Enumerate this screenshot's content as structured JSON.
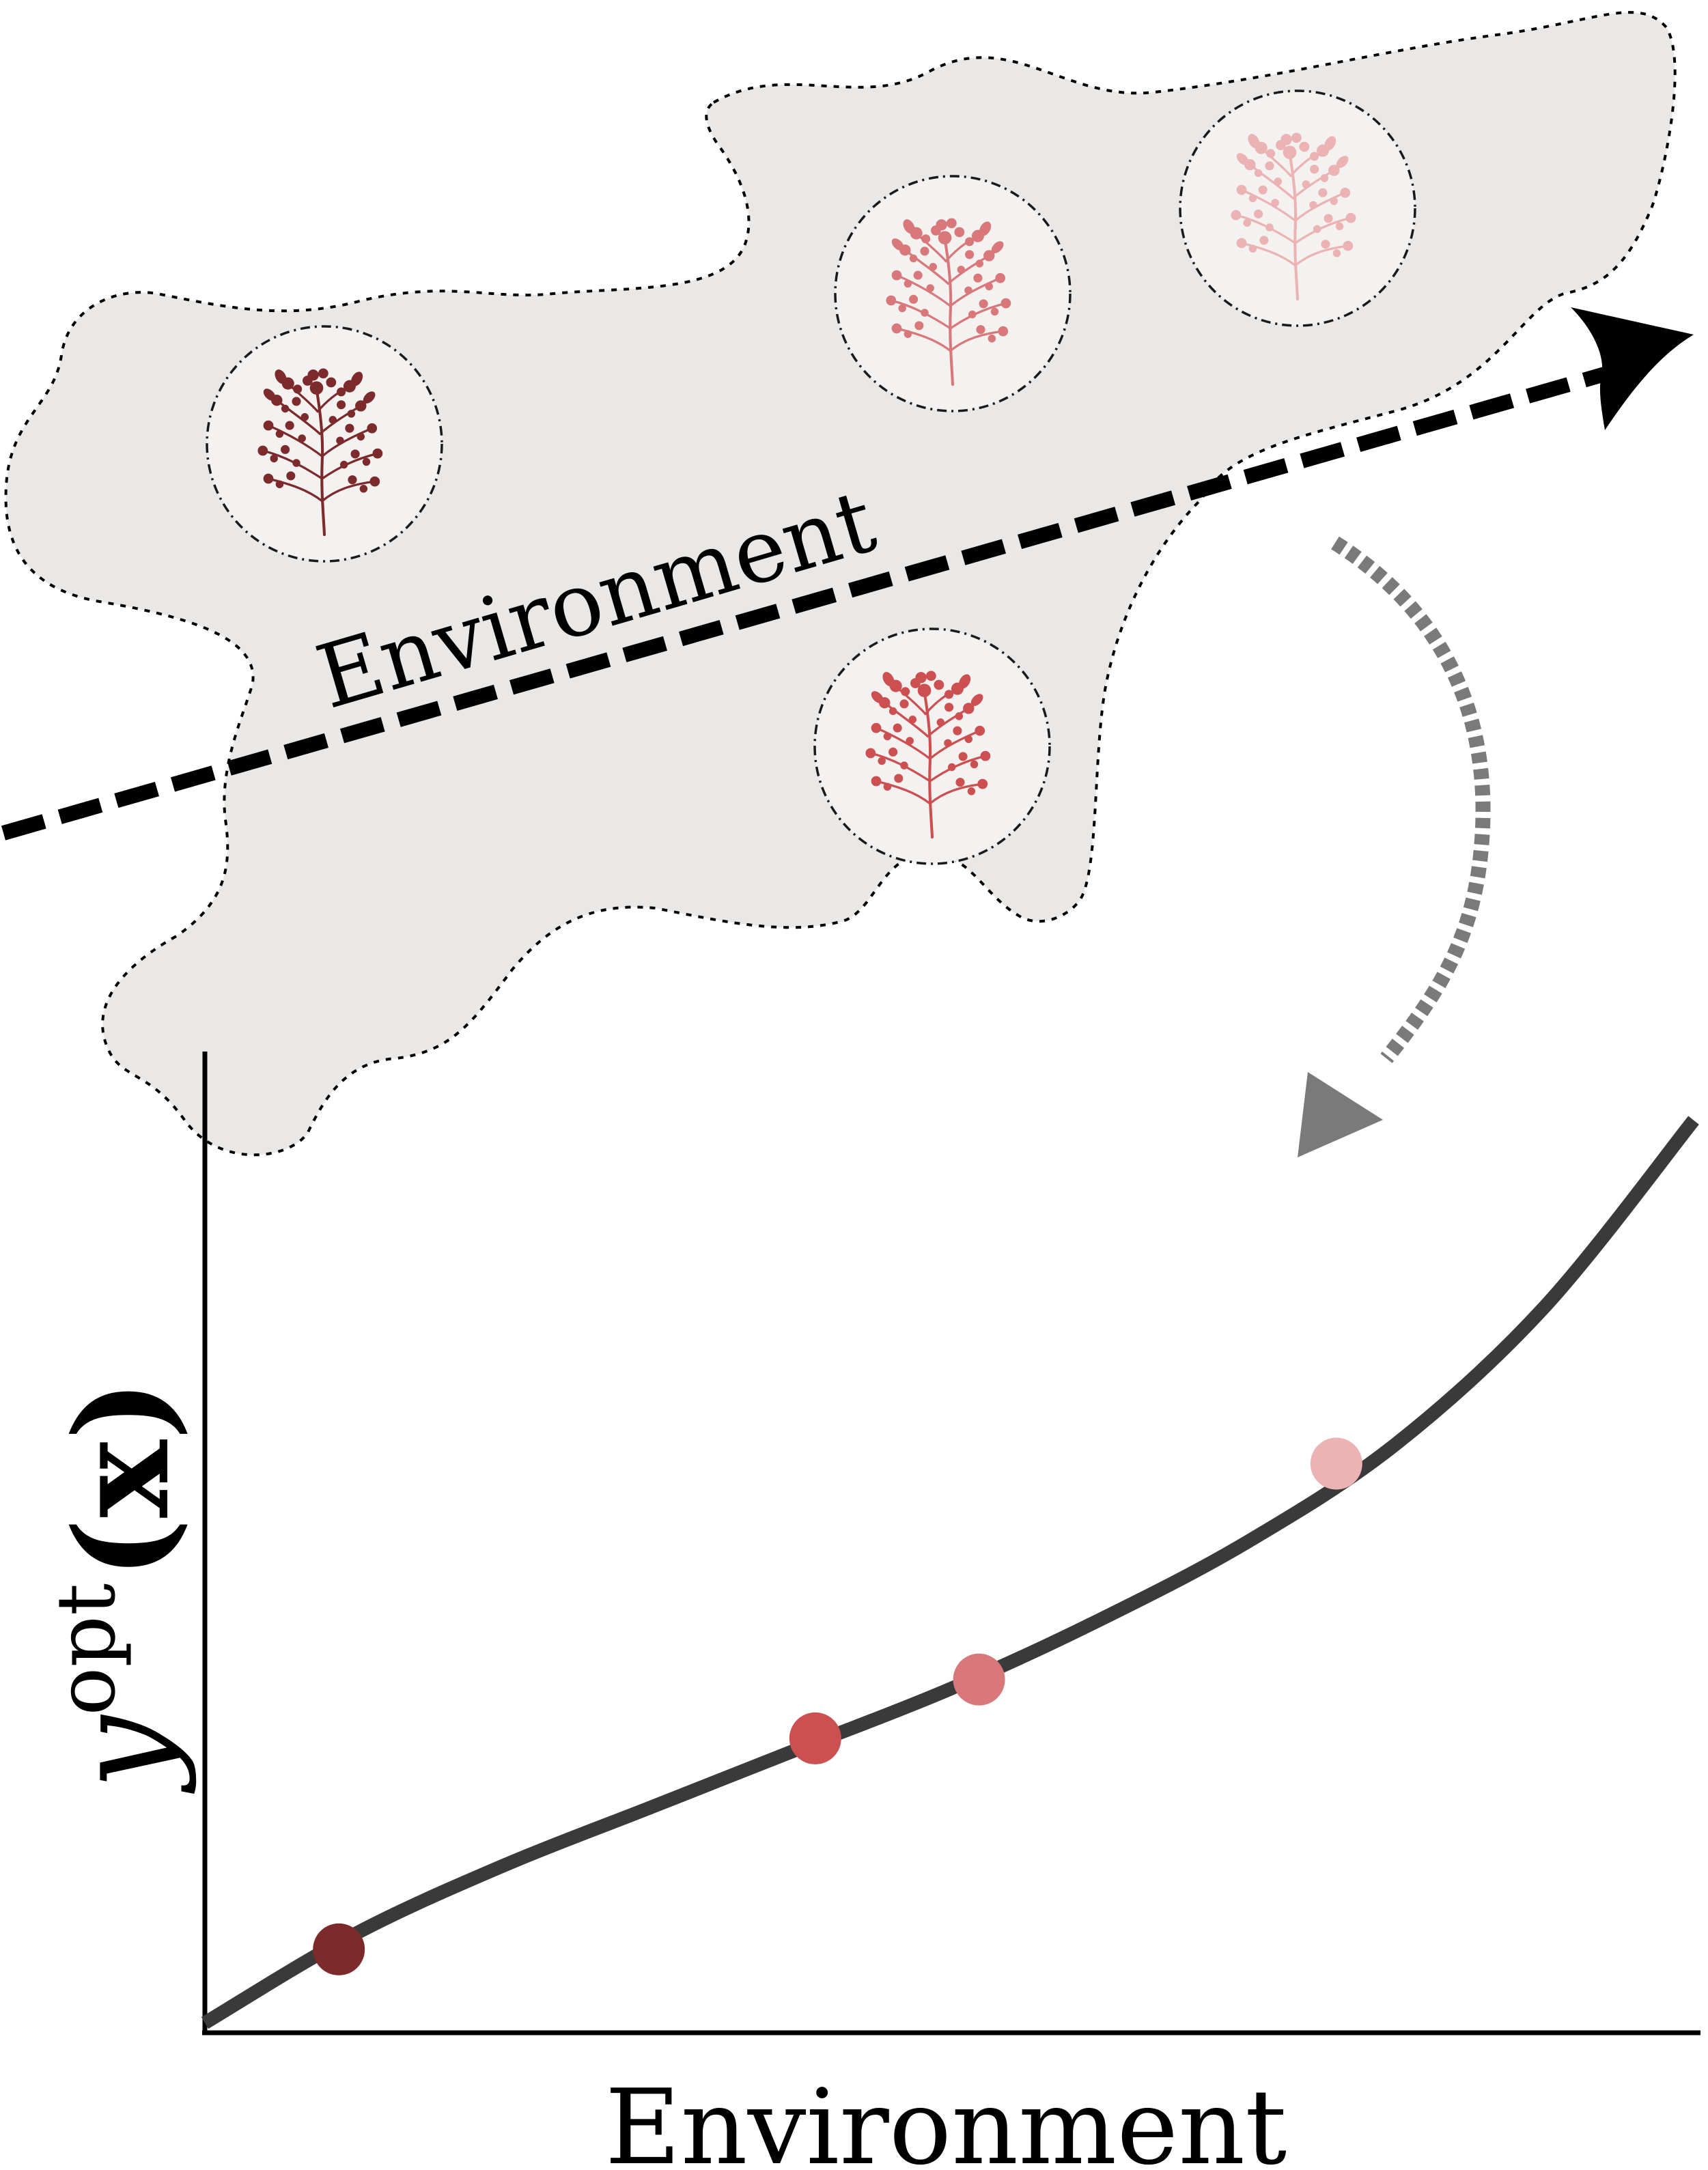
{
  "region": {
    "label": "Environment",
    "fill_color": "#e9e8e7"
  },
  "samples": [
    {
      "id": "site-1",
      "color": "#7c2a2b"
    },
    {
      "id": "site-2",
      "color": "#cc4f51"
    },
    {
      "id": "site-3",
      "color": "#d9787a"
    },
    {
      "id": "site-4",
      "color": "#ebb3b3"
    }
  ],
  "plot": {
    "xlabel": "Environment",
    "ylabel": {
      "base": "y",
      "superscript": "opt",
      "args": "(x)"
    },
    "curve_color": "#3a3a3a",
    "mapping_arrow_color": "#7a7a7a"
  },
  "chart_data": {
    "type": "line",
    "title": "",
    "xlabel": "Environment",
    "ylabel": "y^opt(x)",
    "xlim": [
      0,
      1
    ],
    "ylim": [
      0,
      1
    ],
    "series": [
      {
        "x": [
          0.0,
          0.1,
          0.2,
          0.3,
          0.4,
          0.5,
          0.6,
          0.7,
          0.8,
          0.9,
          1.0
        ],
        "y": [
          0.01,
          0.1,
          0.17,
          0.23,
          0.29,
          0.35,
          0.42,
          0.5,
          0.6,
          0.74,
          0.93
        ]
      }
    ],
    "points": [
      {
        "x": 0.09,
        "y": 0.085,
        "color": "#7c2a2b"
      },
      {
        "x": 0.41,
        "y": 0.3,
        "color": "#cc4f51"
      },
      {
        "x": 0.52,
        "y": 0.36,
        "color": "#d9787a"
      },
      {
        "x": 0.76,
        "y": 0.58,
        "color": "#ebb3b3"
      }
    ]
  }
}
